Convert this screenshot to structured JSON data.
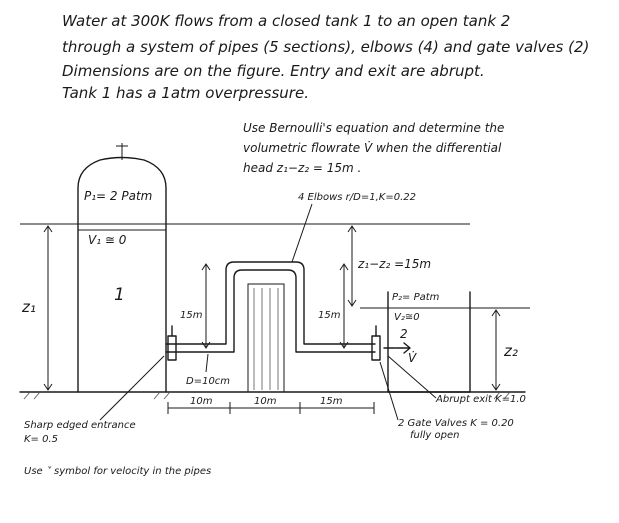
{
  "problem": {
    "line1": "Water at 300K flows from a closed tank 1   to an open tank 2",
    "line2": "through a system of pipes (5 sections), elbows (4) and gate valves (2)",
    "line3": "Dimensions are on the figure. Entry and exit are abrupt.",
    "line4": "Tank 1 has a 1atm overpressure."
  },
  "task": {
    "line1": "Use Bernoulli's equation and determine the",
    "line2": "volumetric flowrate V̇ when the differential",
    "line3": "head z₁−z₂ = 15m ."
  },
  "labels": {
    "elbows": "4 Elbows r/D=1,K=0.22",
    "p1": "P₁= 2 Patm",
    "v1": "V₁ ≅ 0",
    "tank1_number": "1",
    "z1": "z₁",
    "head": "z₁−z₂ =15m",
    "p2": "P₂= Patm",
    "v2": "V₂≅0",
    "tank2_number": "2",
    "vdot": "V̇",
    "z2": "z₂",
    "rise_left": "15m",
    "rise_right": "15m",
    "diameter": "D=10cm",
    "len1": "10m",
    "len2": "10m",
    "len3": "15m",
    "entrance_line1": "Sharp edged entrance",
    "entrance_line2": "K= 0.5",
    "exit": "Abrupt exit K=1.0",
    "valves_line1": "2 Gate Valves  K = 0.20",
    "valves_line2": "fully open",
    "velocity_note": "Use ˅ symbol for velocity in the pipes"
  }
}
